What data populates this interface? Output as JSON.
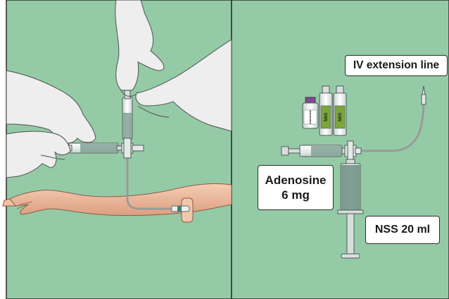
{
  "colors": {
    "background": "#94cba6",
    "panel_border": "#2b2b2b",
    "skin": "#f1bfa3",
    "glove": "#eeeeee",
    "tube": "#9a9a9a",
    "fluid": "#6a8f80",
    "vial_label": "#7aa63a"
  },
  "labels": {
    "iv_extension_line": "IV extension line",
    "adenosine_line1": "Adenosine",
    "adenosine_line2": "6 mg",
    "nss": "NSS 20 ml"
  },
  "vials": {
    "nss_label_text": "NSS",
    "adenosine_vial_text": "Adenosine"
  },
  "icons": [
    "gloved-hand-icon",
    "arm-icon",
    "syringe-icon",
    "three-way-stopcock-icon",
    "vial-icon",
    "iv-cannula-icon"
  ]
}
